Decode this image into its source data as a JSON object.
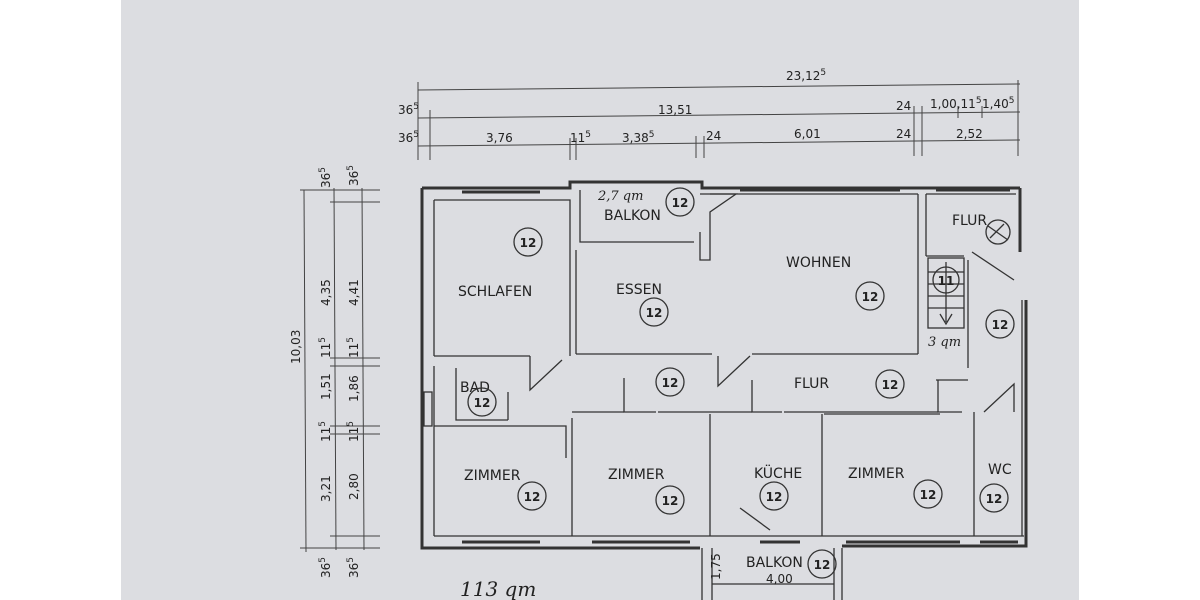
{
  "dims": {
    "total": "23,12",
    "total_sup": "5",
    "top_main": "13,51",
    "top_24": "24",
    "top_right": "1,00,11",
    "top_right_sup": "5",
    "top_right2": "1,40",
    "top_right2_sup": "5",
    "left_365_a": "36",
    "left_365_a_sup": "5",
    "left_365_b": "36",
    "left_365_b_sup": "5",
    "seg_376": "3,76",
    "seg_115": "11",
    "seg_115_sup": "5",
    "seg_338": "3,38",
    "seg_338_sup": "5",
    "seg_24a": "24",
    "seg_601": "6,01",
    "seg_24b": "24",
    "seg_252": "2,52",
    "v_total": "10,03",
    "v_435": "4,35",
    "v_441": "4,41",
    "v_115a": "11",
    "v_115a_sup": "5",
    "v_115b": "11",
    "v_115b_sup": "5",
    "v_151": "1,51",
    "v_186": "1,86",
    "v_115c": "11",
    "v_115c_sup": "5",
    "v_115d": "11",
    "v_115d_sup": "5",
    "v_321": "3,21",
    "v_280": "2,80",
    "v_top365a": "36",
    "v_top365a_sup": "5",
    "v_top365b": "36",
    "v_top365b_sup": "5",
    "v_bot365a": "36",
    "v_bot365a_sup": "5",
    "v_bot365b": "36",
    "v_bot365b_sup": "5",
    "balcony_w": "4,00",
    "balcony_d": "1,75"
  },
  "rooms": {
    "schlafen": "SCHLAFEN",
    "essen": "ESSEN",
    "wohnen": "WOHNEN",
    "balkon_top": "BALKON",
    "flur_top": "FLUR",
    "flur_mid": "FLUR",
    "bad": "BAD",
    "zimmer1": "ZIMMER",
    "zimmer2": "ZIMMER",
    "kueche": "KÜCHE",
    "zimmer3": "ZIMMER",
    "wc": "WC",
    "balkon_bottom": "BALKON"
  },
  "circle_label": "12",
  "stair_label": "11",
  "notes": {
    "balkon_area": "2,7 qm",
    "stair_area": "3 qm",
    "total_area": "113 qm"
  }
}
